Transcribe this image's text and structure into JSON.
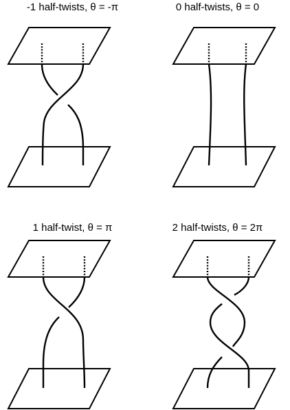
{
  "panels": [
    {
      "title": "-1 half-twists, θ = -π",
      "half_twists": -1
    },
    {
      "title": "0 half-twists, θ = 0",
      "half_twists": 0
    },
    {
      "title": "1 half-twist, θ = π",
      "half_twists": 1
    },
    {
      "title": "2 half-twists, θ = 2π",
      "half_twists": 2
    }
  ]
}
